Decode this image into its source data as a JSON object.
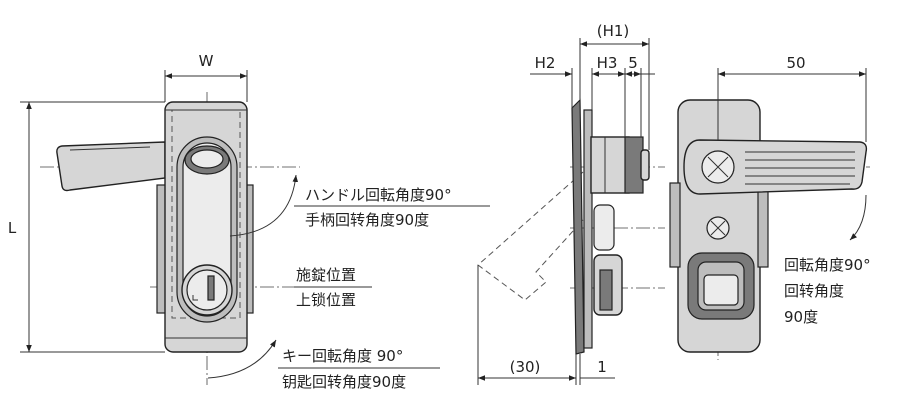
{
  "dimensions": {
    "w": "W",
    "l": "L",
    "h1": "(H1)",
    "h2": "H2",
    "h3": "H3",
    "five": "5",
    "fifty": "50",
    "thirty": "(30)",
    "one": "1"
  },
  "notes": {
    "handle_angle_jp": "ハンドル回転角度90°",
    "handle_angle_cn": "手柄回转角度90度",
    "lock_pos_jp": "施錠位置",
    "lock_pos_cn": "上锁位置",
    "key_angle_jp": "キー回転角度 90°",
    "key_angle_cn": "钥匙回转角度90度",
    "rot_line1": "回転角度90°",
    "rot_line2": "回转角度",
    "rot_line3": "90度"
  }
}
